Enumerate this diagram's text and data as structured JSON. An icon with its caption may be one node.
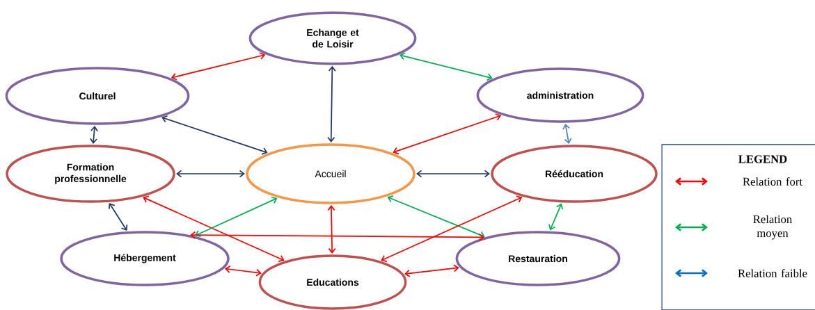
{
  "diagram": {
    "nodes": [
      {
        "text": [
          "Echange et de Loisir"
        ]
      },
      {
        "text": [
          "Culturel"
        ]
      },
      {
        "text": [
          "administration"
        ]
      },
      {
        "text": [
          "Formation professionnelle"
        ]
      },
      {
        "text": [
          "Accueil"
        ]
      },
      {
        "text": [
          "Rééducation"
        ]
      },
      {
        "text": [
          "Hébergement"
        ]
      },
      {
        "text": [
          "Restauration"
        ]
      },
      {
        "text": [
          "Educations"
        ]
      }
    ],
    "edges": [
      {
        "from": 1,
        "to": 0,
        "arrow": "both"
      },
      {
        "from": 0,
        "to": 2,
        "arrow": "both",
        "color": "#00b050"
      },
      {
        "from": 0,
        "to": 4,
        "arrow": "both",
        "color": "#1f3864"
      },
      {
        "from": 1,
        "to": 4,
        "arrow": "both",
        "color": "#1f3864"
      },
      {
        "from": 1,
        "to": 3,
        "arrow": "both",
        "color": "#1f3864"
      },
      {
        "from": 4,
        "to": 2,
        "arrow": "both"
      },
      {
        "from": 2,
        "to": 5,
        "arrow": "both",
        "color": "#4f81bd"
      },
      {
        "from": 3,
        "to": 4,
        "arrow": "both",
        "color": "#1f3864"
      },
      {
        "from": 4,
        "to": 5,
        "arrow": "both",
        "color": "#1f3864"
      },
      {
        "from": 3,
        "to": 6,
        "arrow": "both",
        "color": "#1f3864"
      },
      {
        "from": 3,
        "to": 8,
        "arrow": "both"
      },
      {
        "from": 6,
        "to": 4,
        "arrow": "both",
        "color": "#00b050"
      },
      {
        "from": 4,
        "to": 8,
        "arrow": "both"
      },
      {
        "from": 4,
        "to": 7,
        "arrow": "both",
        "color": "#00b050"
      },
      {
        "from": 6,
        "to": 7,
        "arrow": "both"
      },
      {
        "from": 8,
        "to": 5,
        "arrow": "both"
      },
      {
        "from": 5,
        "to": 7,
        "arrow": "both",
        "color": "#00b050"
      },
      {
        "from": 6,
        "to": 8,
        "arrow": "both"
      },
      {
        "from": 8,
        "to": 7,
        "arrow": "both"
      }
    ],
    "labels": [
      "LEGEND"
    ],
    "legend": [
      {
        "text": "Relation fort",
        "color": "#ff0000"
      },
      {
        "text": "Relation moyen",
        "color": "#00b050"
      },
      {
        "text": "Relation faible",
        "color": "#0070c0"
      }
    ]
  }
}
